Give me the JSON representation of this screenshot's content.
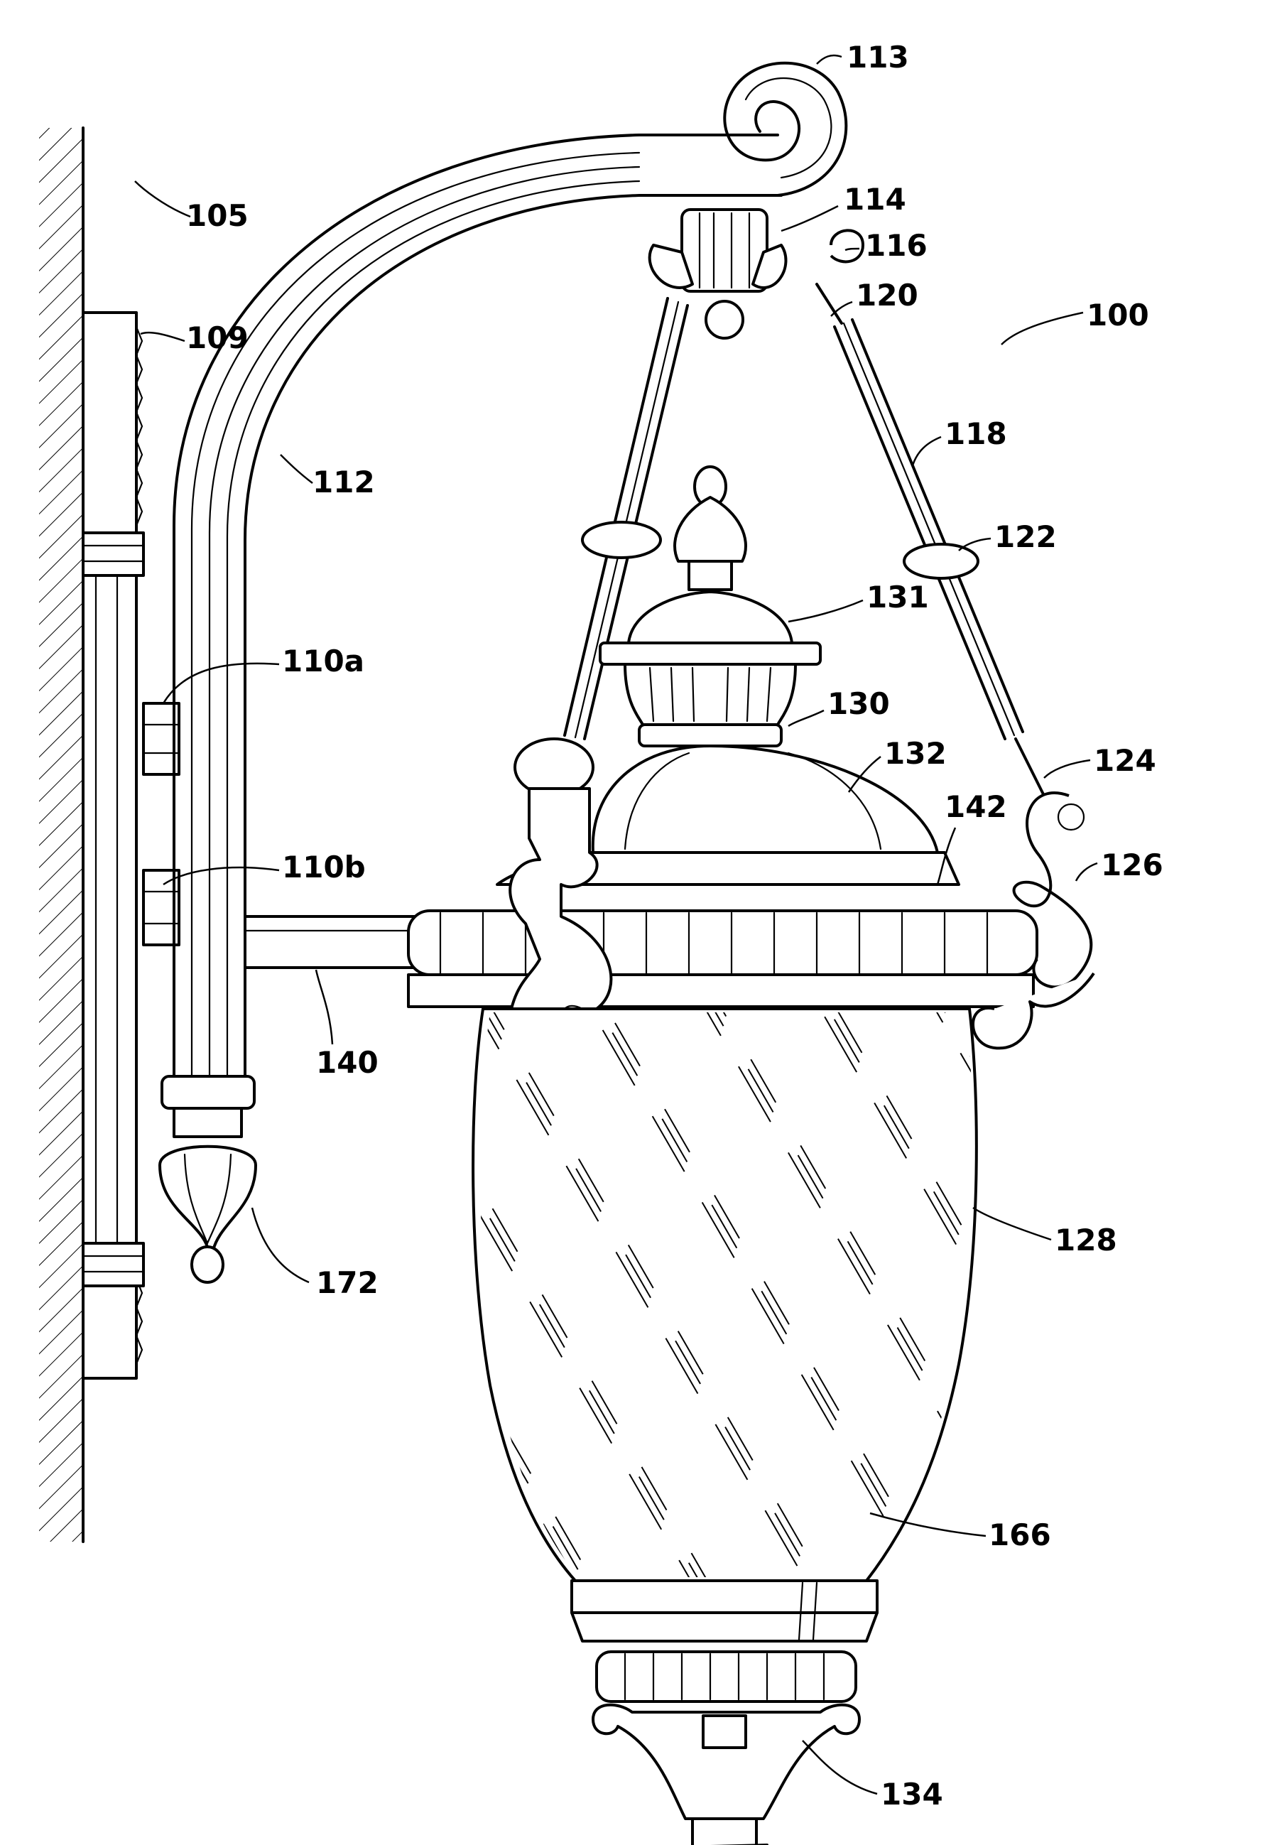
{
  "figure": {
    "reference_numerals": [
      {
        "id": "n100",
        "text": "100"
      },
      {
        "id": "n105",
        "text": "105"
      },
      {
        "id": "n109",
        "text": "109"
      },
      {
        "id": "n110a",
        "text": "110a"
      },
      {
        "id": "n110b",
        "text": "110b"
      },
      {
        "id": "n112",
        "text": "112"
      },
      {
        "id": "n113",
        "text": "113"
      },
      {
        "id": "n114",
        "text": "114"
      },
      {
        "id": "n116",
        "text": "116"
      },
      {
        "id": "n118",
        "text": "118"
      },
      {
        "id": "n120",
        "text": "120"
      },
      {
        "id": "n122",
        "text": "122"
      },
      {
        "id": "n124",
        "text": "124"
      },
      {
        "id": "n126",
        "text": "126"
      },
      {
        "id": "n128",
        "text": "128"
      },
      {
        "id": "n130",
        "text": "130"
      },
      {
        "id": "n131",
        "text": "131"
      },
      {
        "id": "n132",
        "text": "132"
      },
      {
        "id": "n134",
        "text": "134"
      },
      {
        "id": "n140",
        "text": "140"
      },
      {
        "id": "n142",
        "text": "142"
      },
      {
        "id": "n166",
        "text": "166"
      },
      {
        "id": "n172",
        "text": "172"
      }
    ]
  }
}
